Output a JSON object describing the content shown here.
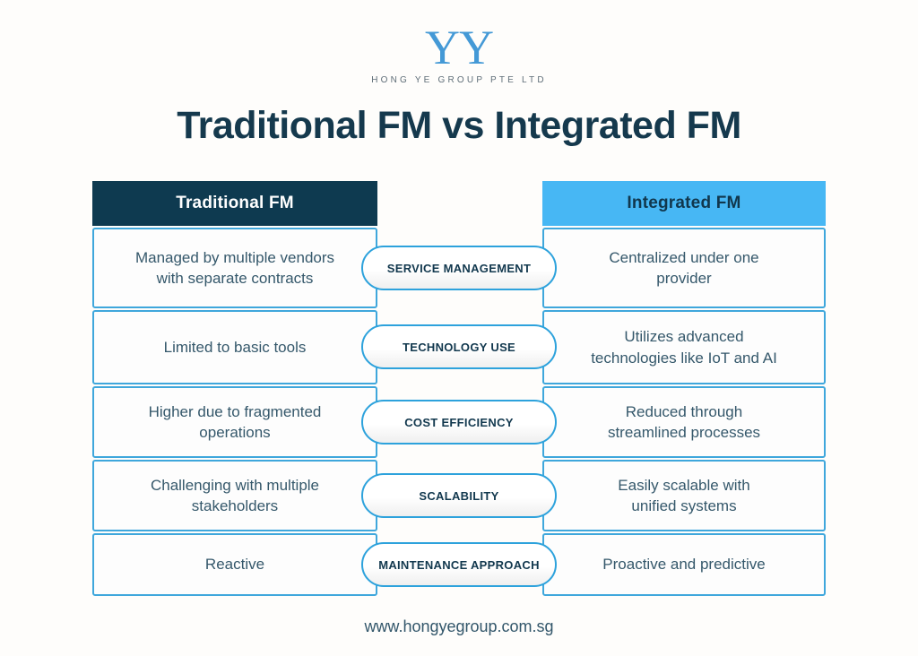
{
  "logo": {
    "monogram": "YY",
    "company": "HONG YE GROUP PTE LTD"
  },
  "title": "Traditional FM vs Integrated FM",
  "table": {
    "left_header": "Traditional FM",
    "right_header": "Integrated FM",
    "rows": [
      {
        "category": "SERVICE MANAGEMENT",
        "traditional": "Managed by multiple vendors\nwith separate contracts",
        "integrated": "Centralized under one\nprovider"
      },
      {
        "category": "TECHNOLOGY USE",
        "traditional": "Limited to basic tools",
        "integrated": "Utilizes advanced\ntechnologies like IoT and AI"
      },
      {
        "category": "COST EFFICIENCY",
        "traditional": "Higher due to fragmented\noperations",
        "integrated": "Reduced through\nstreamlined processes"
      },
      {
        "category": "SCALABILITY",
        "traditional": "Challenging with multiple\nstakeholders",
        "integrated": "Easily scalable with\nunified systems"
      },
      {
        "category": "MAINTENANCE APPROACH",
        "traditional": "Reactive",
        "integrated": "Proactive and predictive"
      }
    ]
  },
  "footer": {
    "website": "www.hongyegroup.com.sg"
  },
  "colors": {
    "dark_header_bg": "#0e3a50",
    "light_header_bg": "#47b7f4",
    "cell_border": "#3fa7dc",
    "pill_border": "#2da2dc",
    "body_text": "#35586b",
    "title_text": "#15394d",
    "logo_blue": "#4499d6"
  }
}
